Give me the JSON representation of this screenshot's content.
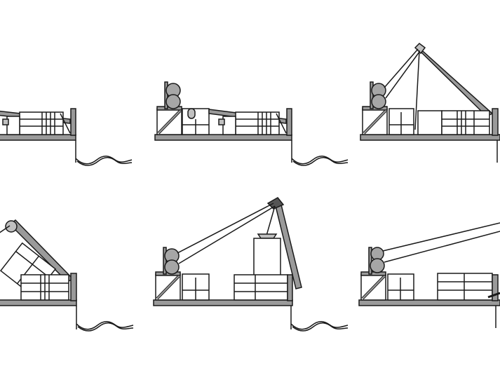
{
  "figure": {
    "background": "#ffffff",
    "line_color": "#1a1a1a",
    "panel_fill": "#c0c0c0",
    "beam_fill": "#9a9a9a",
    "reel_fill": "#a6a6a6",
    "panels": [
      {
        "id": "panel-1",
        "stage": 1
      },
      {
        "id": "panel-2",
        "stage": 2
      },
      {
        "id": "panel-3",
        "stage": 3
      },
      {
        "id": "panel-4",
        "stage": 4
      },
      {
        "id": "panel-5",
        "stage": 5
      },
      {
        "id": "panel-6",
        "stage": 6
      }
    ]
  }
}
